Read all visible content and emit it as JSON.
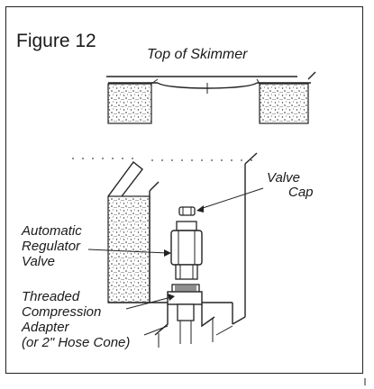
{
  "figure": {
    "title": "Figure 12",
    "caption_top": "Top of Skimmer"
  },
  "labels": {
    "valve_cap_line1": "Valve",
    "valve_cap_line2": "Cap",
    "regulator_line1": "Automatic",
    "regulator_line2": "Regulator",
    "regulator_line3": "Valve",
    "adapter_line1": "Threaded",
    "adapter_line2": "Compression",
    "adapter_line3": "Adapter",
    "adapter_line4": "(or 2\" Hose Cone)"
  },
  "colors": {
    "line": "#222222",
    "background": "#ffffff"
  }
}
